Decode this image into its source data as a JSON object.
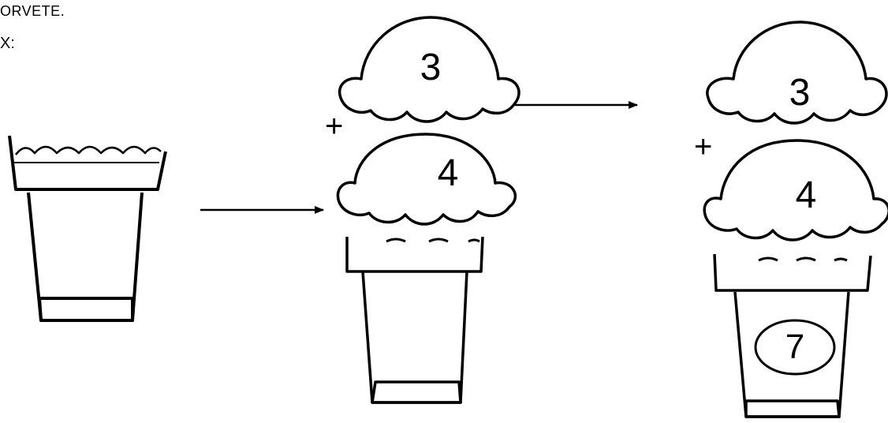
{
  "header": {
    "text": "ORVETE.",
    "example_label": "X:"
  },
  "figures": [
    {
      "top": "",
      "bottom": "",
      "operator": "",
      "result": ""
    },
    {
      "top": "3",
      "bottom": "4",
      "operator": "+",
      "result": ""
    },
    {
      "top": "3",
      "bottom": "4",
      "operator": "+",
      "result": "7"
    }
  ],
  "colors": {
    "ink": "#000000",
    "background": "#ffffff"
  }
}
